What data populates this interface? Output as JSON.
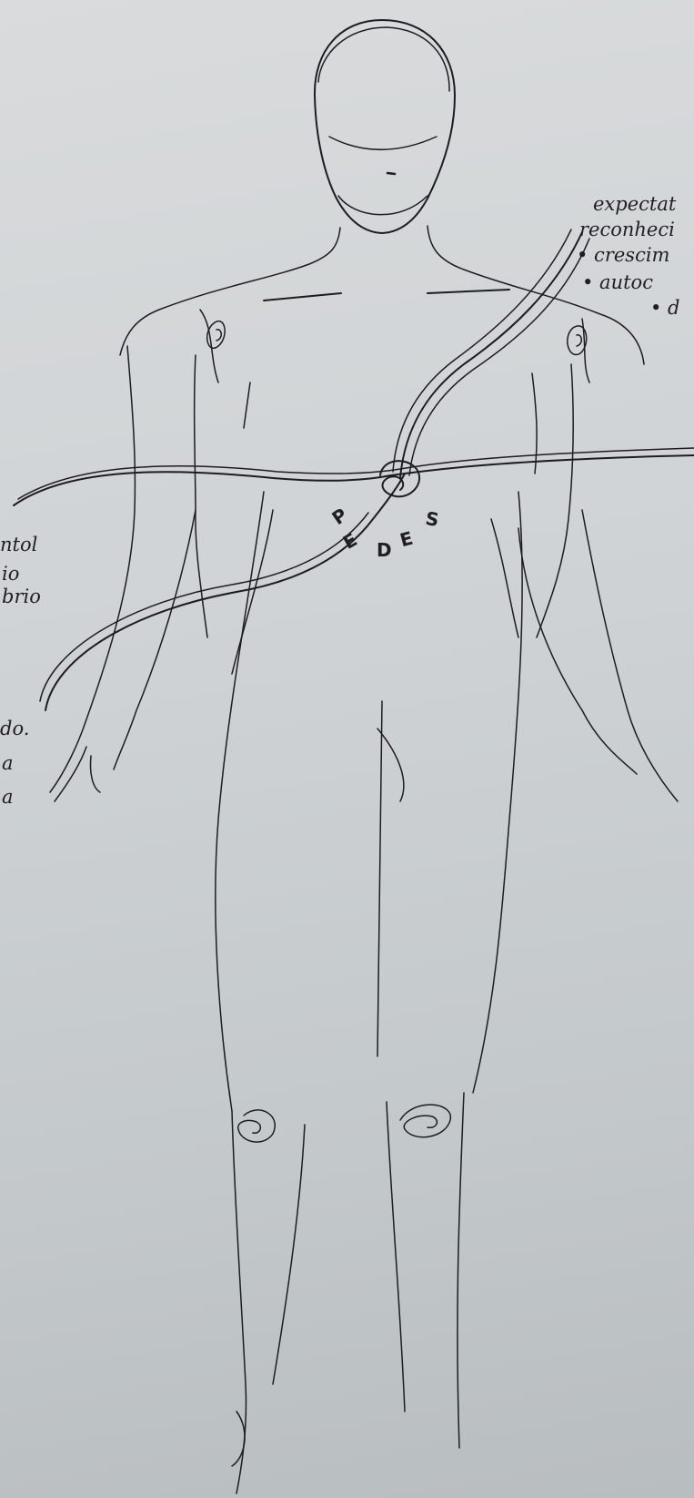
{
  "right_notes": [
    "expectat",
    "reconheci",
    "• crescim",
    "• autoc",
    "• d"
  ],
  "left_notes": [
    "ntol",
    "io",
    "brio",
    "do.",
    "a",
    "a"
  ],
  "center_letters": [
    "P",
    "E",
    "D",
    "E",
    "S"
  ],
  "ink_color": "#1c1d22",
  "paper_color": "#cfd3d5"
}
